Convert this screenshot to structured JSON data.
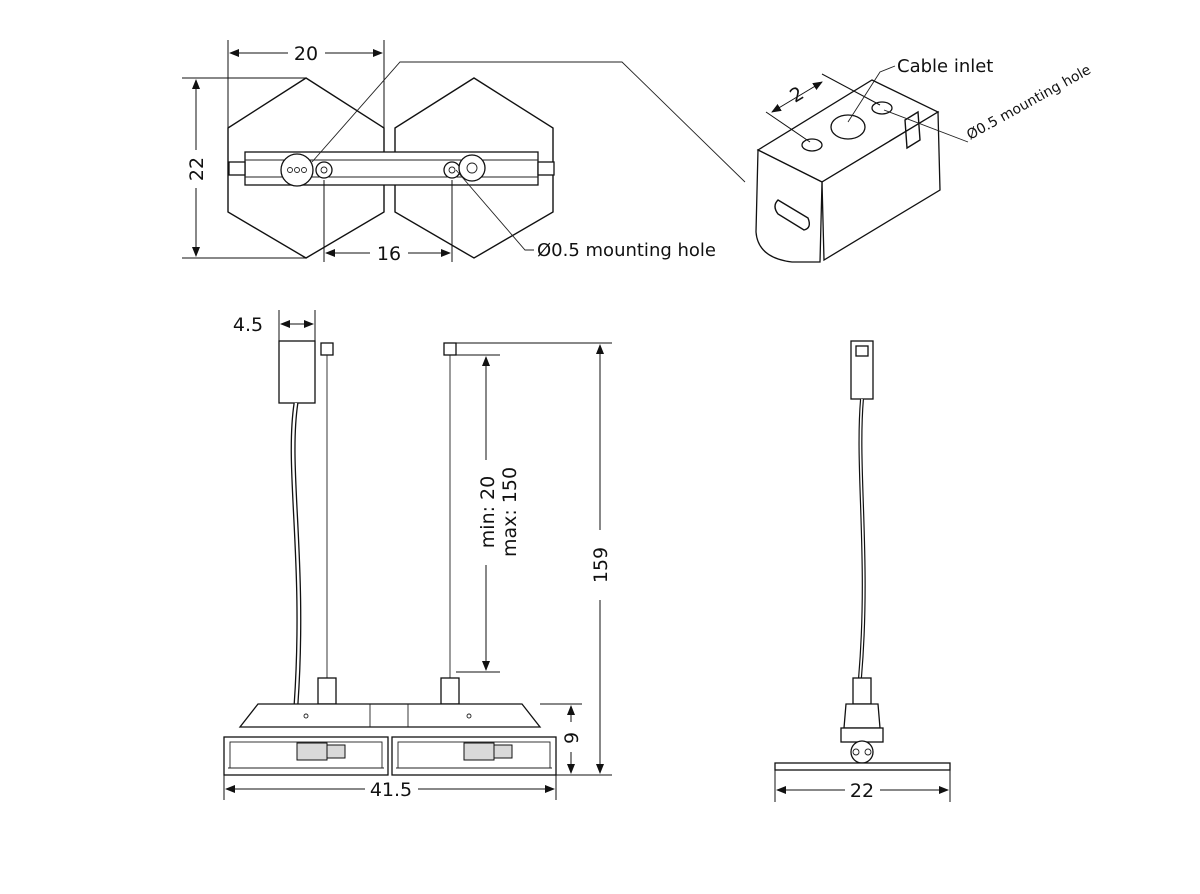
{
  "dimensions": {
    "top_width": "20",
    "top_height": "22",
    "top_spacing": "16",
    "bracket_width": "2",
    "clip_offset": "4.5",
    "adjust_range_min": "min: 20",
    "adjust_range_max": "max: 150",
    "overall_height": "159",
    "body_height": "9",
    "overall_length": "41.5",
    "side_width": "22"
  },
  "labels": {
    "cable_inlet": "Cable inlet",
    "mounting_hole_top": "Ø0.5 mounting hole",
    "mounting_hole_bracket": "Ø0.5 mounting hole"
  }
}
